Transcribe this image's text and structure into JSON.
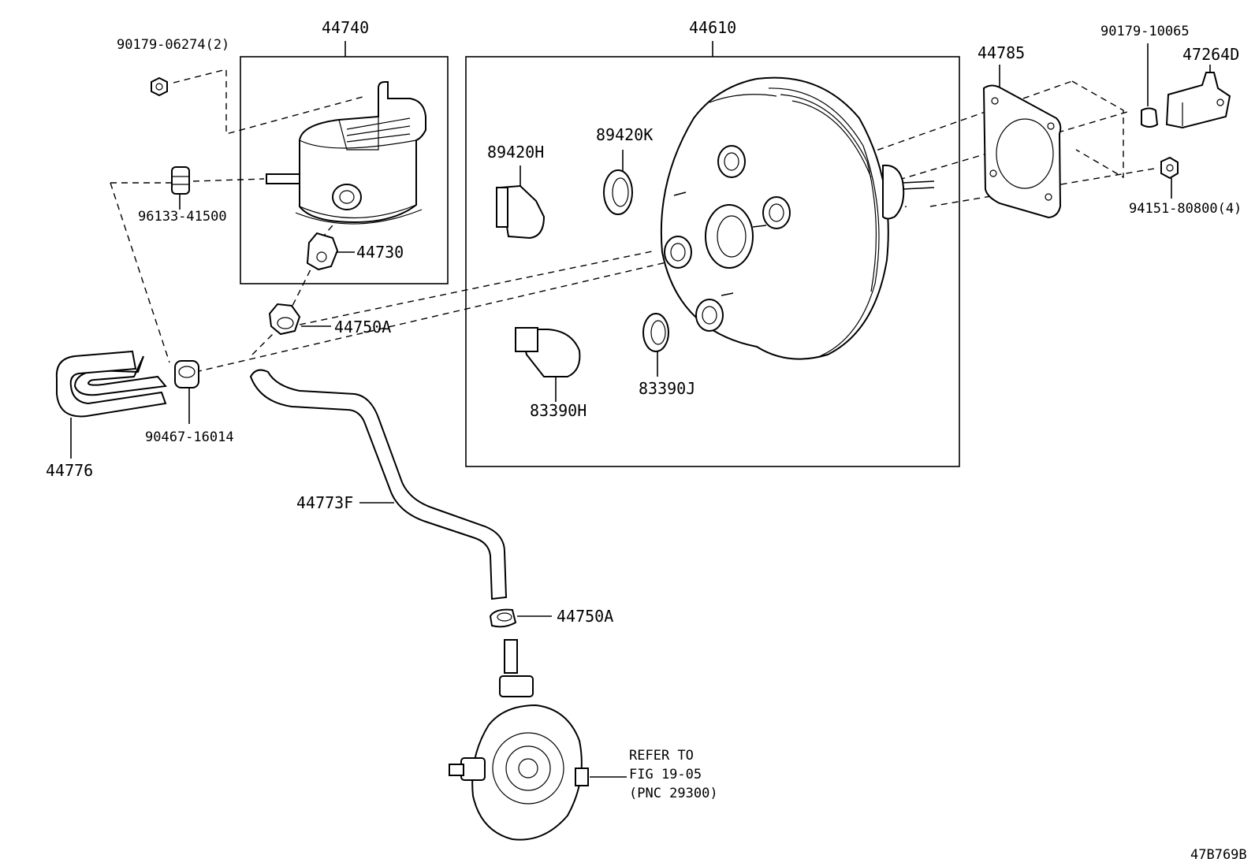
{
  "labels": {
    "p90179_06274": "90179-06274(2)",
    "p44740": "44740",
    "p44610": "44610",
    "p44785": "44785",
    "p90179_10065": "90179-10065",
    "p47264D": "47264D",
    "p89420H": "89420H",
    "p89420K": "89420K",
    "p96133_41500": "96133-41500",
    "p94151_80800": "94151-80800(4)",
    "p44730": "44730",
    "p44750A_top": "44750A",
    "p90467_16014": "90467-16014",
    "p83390H": "83390H",
    "p83390J": "83390J",
    "p44776": "44776",
    "p44773F": "44773F",
    "p44750A_bottom": "44750A",
    "refer_line1": "REFER TO",
    "refer_line2": "FIG 19-05",
    "refer_line3": "(PNC 29300)",
    "figure_code": "47B769B"
  },
  "colors": {
    "ink": "#000000",
    "paper": "#ffffff"
  }
}
